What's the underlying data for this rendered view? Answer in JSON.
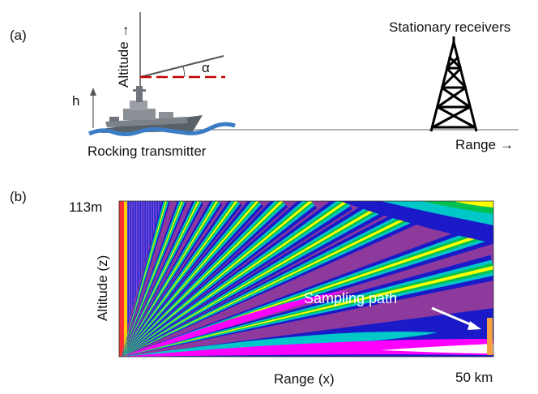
{
  "panel_a": {
    "label": "(a)",
    "altitude_label": "Altitude →",
    "alpha_label": "α",
    "h_label": "h",
    "transmitter_label": "Rocking transmitter",
    "receivers_label": "Stationary receivers",
    "range_label": "Range →",
    "colors": {
      "tilt_line": "#c00000",
      "water": "#3b7dc4",
      "ground": "#999999"
    },
    "icons": [
      "ship-icon",
      "tower-icon",
      "water-wave-icon"
    ]
  },
  "panel_b": {
    "label": "(b)",
    "top_altitude_label": "113m",
    "y_axis_label": "Altitude (z)",
    "x_axis_label": "Range (x)",
    "range_end_label": "50 km",
    "sampling_label": "Sampling path",
    "colors": {
      "background": "#8e3a9c",
      "magenta": "#ff00ff",
      "blue": "#1a1ac8",
      "cyan": "#00c8c8",
      "green": "#00c050",
      "yellow": "#ffff00",
      "sampling_path": "#f5a040"
    }
  }
}
